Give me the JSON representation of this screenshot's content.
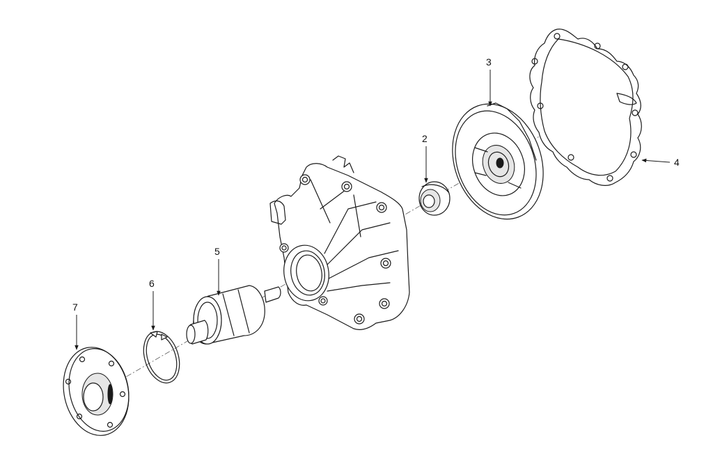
{
  "diagram": {
    "parts": [
      {
        "id": "part-2",
        "label": "2"
      },
      {
        "id": "part-3",
        "label": "3"
      },
      {
        "id": "part-4",
        "label": "4"
      },
      {
        "id": "part-5",
        "label": "5"
      },
      {
        "id": "part-6",
        "label": "6"
      },
      {
        "id": "part-7",
        "label": "7"
      }
    ]
  }
}
